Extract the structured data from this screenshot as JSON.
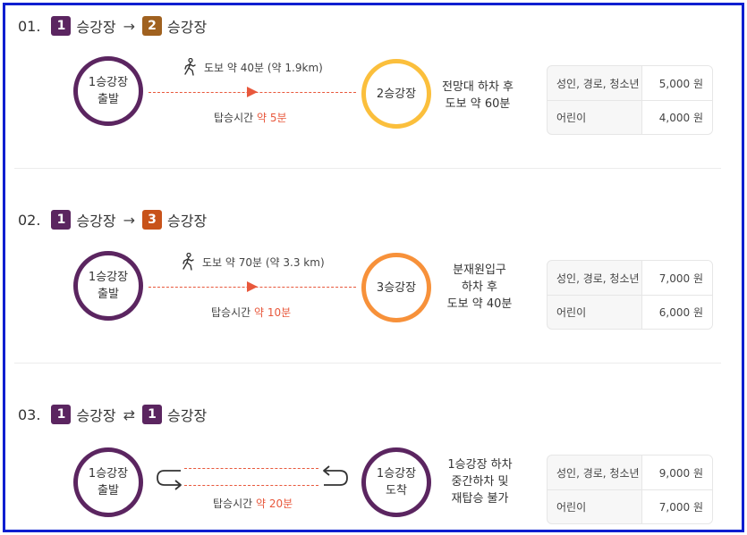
{
  "routes": [
    {
      "number": "01.",
      "from_badge": "1",
      "from_label": "승강장",
      "arrow": "→",
      "to_badge": "2",
      "to_label": "승강장",
      "start_circle": {
        "line1": "1승강장",
        "line2": "출발"
      },
      "walk_text": "도보 약 40분 (약 1.9km)",
      "ride_prefix": "탑승시간",
      "ride_time": "약 5분",
      "end_circle": {
        "line1": "2승강장"
      },
      "description": [
        "전망대 하차 후",
        "도보 약 60분"
      ],
      "fares": [
        {
          "label": "성인, 경로, 청소년",
          "price": "5,000 원"
        },
        {
          "label": "어린이",
          "price": "4,000 원"
        }
      ]
    },
    {
      "number": "02.",
      "from_badge": "1",
      "from_label": "승강장",
      "arrow": "→",
      "to_badge": "3",
      "to_label": "승강장",
      "start_circle": {
        "line1": "1승강장",
        "line2": "출발"
      },
      "walk_text": "도보 약 70분 (약 3.3 km)",
      "ride_prefix": "탑승시간",
      "ride_time": "약 10분",
      "end_circle": {
        "line1": "3승강장"
      },
      "description": [
        "분재원입구",
        "하차 후",
        "도보 약 40분"
      ],
      "fares": [
        {
          "label": "성인, 경로, 청소년",
          "price": "7,000 원"
        },
        {
          "label": "어린이",
          "price": "6,000 원"
        }
      ]
    },
    {
      "number": "03.",
      "from_badge": "1",
      "from_label": "승강장",
      "arrow": "⇄",
      "to_badge": "1",
      "to_label": "승강장",
      "start_circle": {
        "line1": "1승강장",
        "line2": "출발"
      },
      "ride_prefix": "탑승시간",
      "ride_time": "약 20분",
      "end_circle": {
        "line1": "1승강장",
        "line2": "도착"
      },
      "description": [
        "1승강장 하차",
        "중간하차 및",
        "재탑승 불가"
      ],
      "fares": [
        {
          "label": "성인, 경로, 청소년",
          "price": "9,000 원"
        },
        {
          "label": "어린이",
          "price": "7,000 원"
        }
      ]
    }
  ],
  "colors": {
    "platform1": "#5b2560",
    "platform2": "#a0611f",
    "platform3": "#c8531a",
    "ring2": "#fbbf3c",
    "ring3": "#f7913a",
    "accent": "#e8583c",
    "frame": "#0a1fd0"
  },
  "icons": {
    "walk": "walking-person-icon",
    "loop_left": "loop-left-icon",
    "loop_right": "loop-right-icon"
  }
}
